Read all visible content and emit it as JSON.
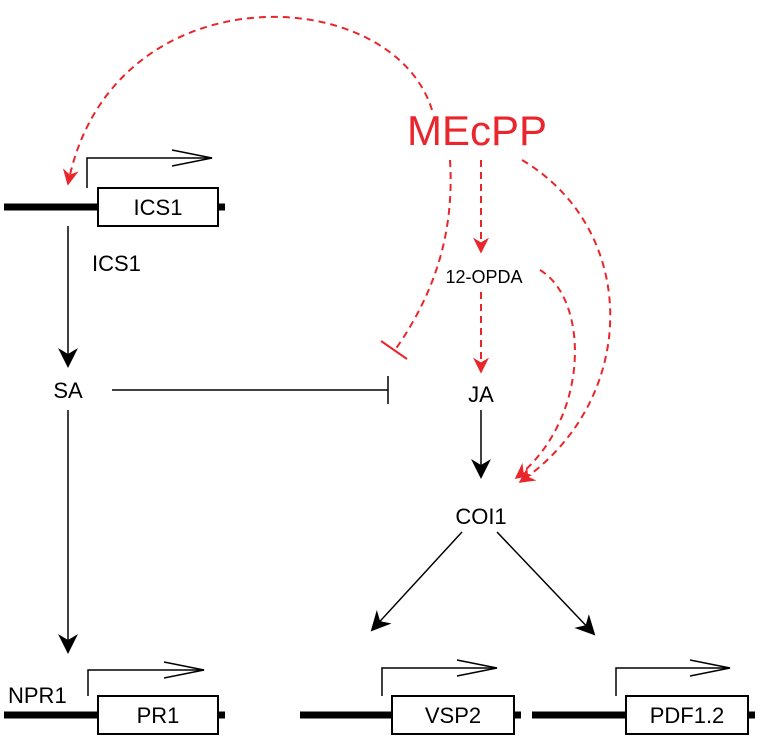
{
  "colors": {
    "signal": "#e8262b",
    "line": "#000000",
    "background": "#ffffff"
  },
  "nodes": {
    "mecpp": "MEcPP",
    "opda": "12-OPDA",
    "ja": "JA",
    "coi1": "COI1",
    "sa": "SA",
    "ics1_protein": "ICS1",
    "npr1": "NPR1"
  },
  "genes": {
    "ics1": "ICS1",
    "pr1": "PR1",
    "vsp2": "VSP2",
    "pdf12": "PDF1.2"
  }
}
